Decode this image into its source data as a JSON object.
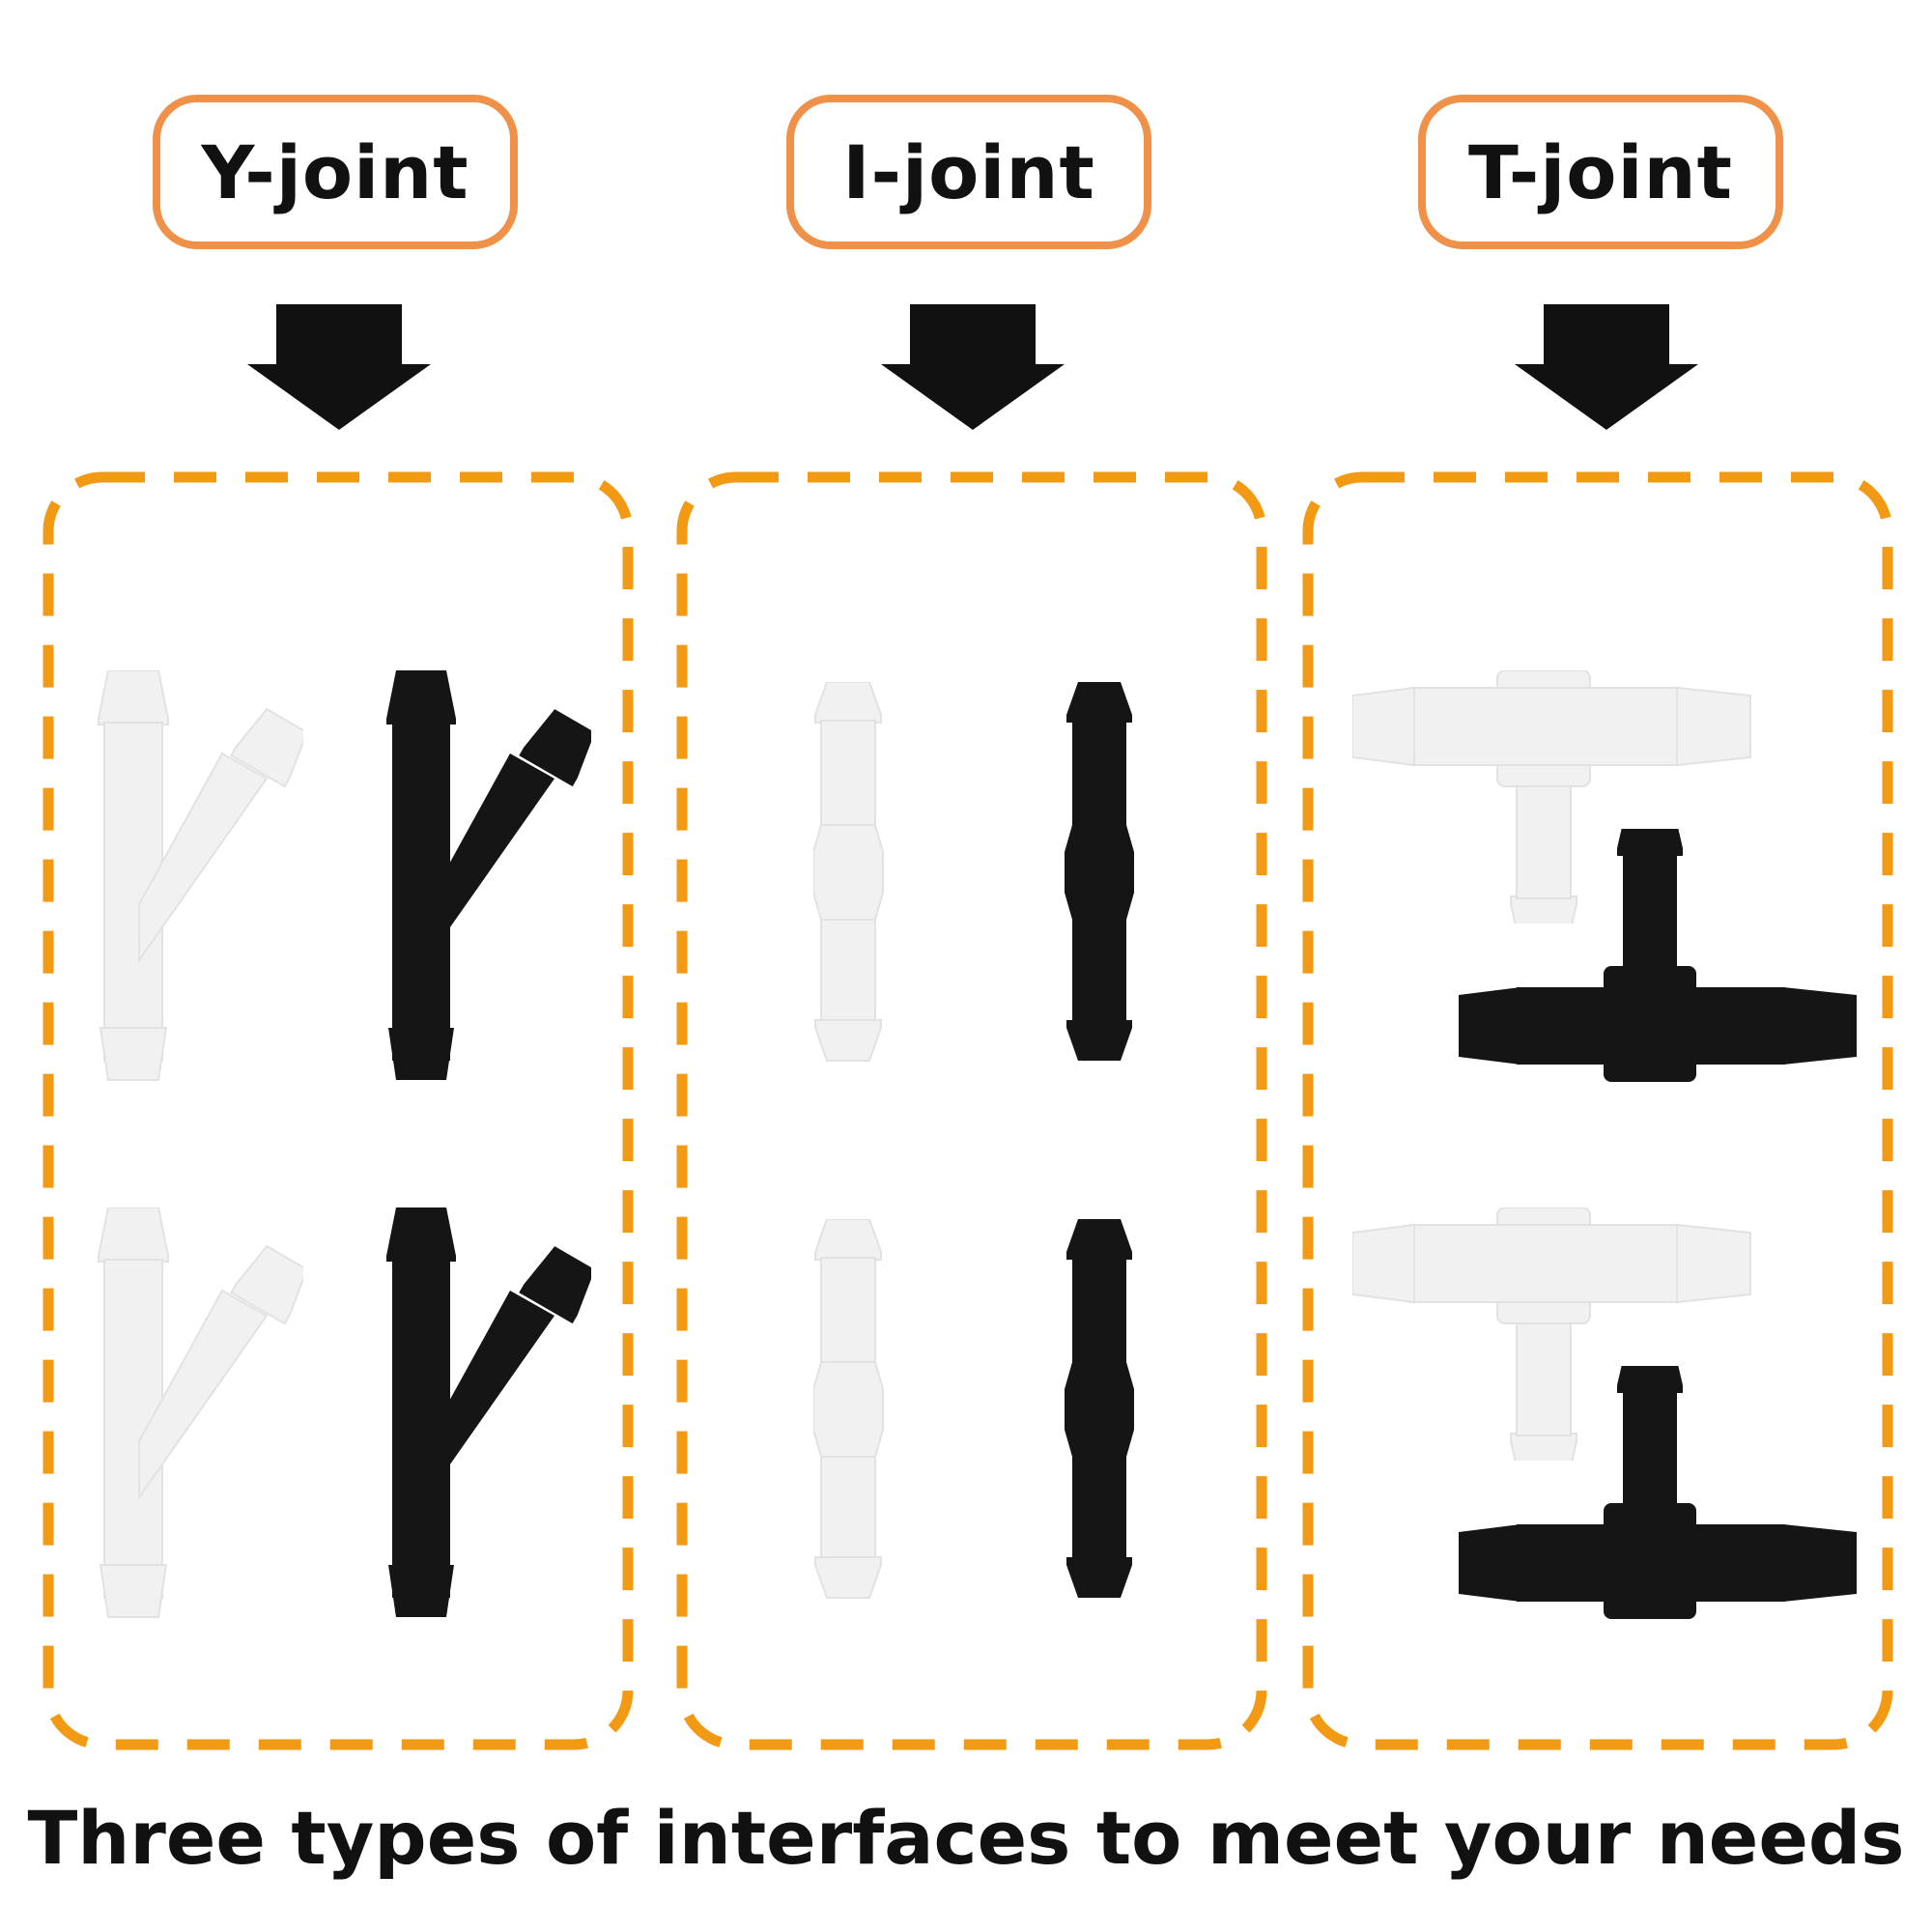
{
  "labels": {
    "y_joint": "Y-joint",
    "i_joint": "I-joint",
    "t_joint": "T-joint"
  },
  "caption": "Three types of interfaces to meet your needs",
  "colors": {
    "label_border": "#F0914A",
    "dashed_border": "#F39A14",
    "arrow": "#111111",
    "part_black": "#151515",
    "part_clear": "#F1F1F1"
  },
  "icons": [
    "down-arrow-icon",
    "y-connector-icon",
    "straight-connector-icon",
    "t-connector-icon"
  ]
}
